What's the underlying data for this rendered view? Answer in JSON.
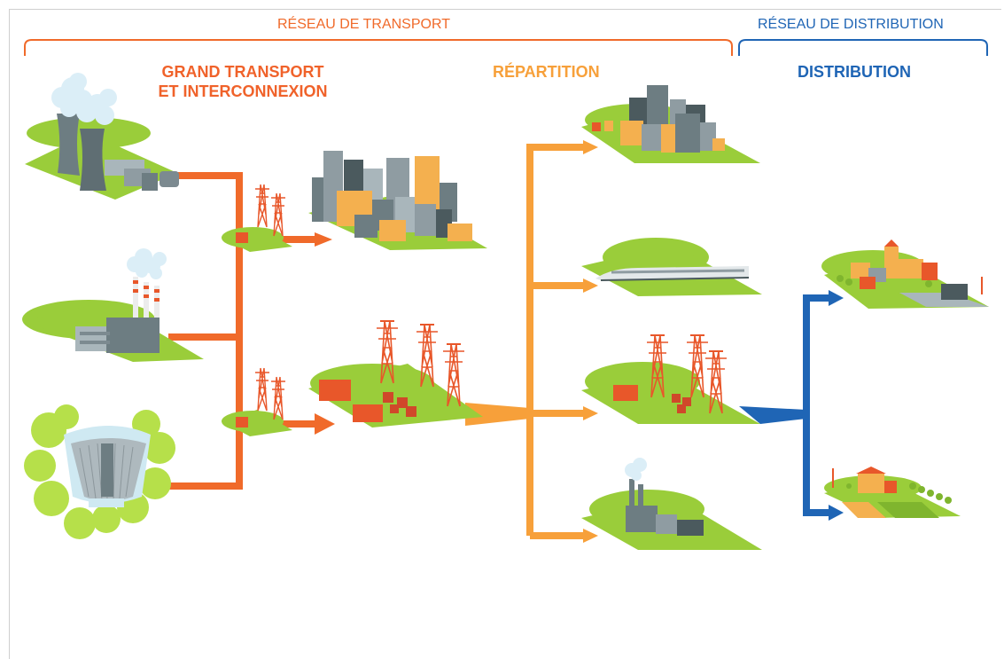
{
  "sections": {
    "transport": {
      "label": "RÉSEAU DE TRANSPORT",
      "color": "#f06a2a"
    },
    "distribution": {
      "label": "RÉSEAU DE DISTRIBUTION",
      "color": "#1f65b5"
    }
  },
  "columns": {
    "grand_transport": {
      "line1": "GRAND TRANSPORT",
      "line2": "ET INTERCONNEXION",
      "color": "#f0622a"
    },
    "repartition": {
      "label": "RÉPARTITION",
      "color": "#f7a03a"
    },
    "distribution": {
      "label": "DISTRIBUTION",
      "color": "#1f65b5"
    }
  },
  "colors": {
    "grass": "#9acd3a",
    "grass_dark": "#7fb52e",
    "concrete": "#8f9ca2",
    "dark_building": "#4b5a5e",
    "orange_building": "#f4b04f",
    "pylon": "#e8572a",
    "transport_line": "#f06a2a",
    "repartition_line": "#f7a03a",
    "distribution_line": "#1f65b5",
    "steam": "#dbeef7"
  },
  "nodes": [
    "nuclear-plant-icon",
    "thermal-plant-icon",
    "hydro-dam-icon",
    "city-large-icon",
    "substation-hv-icon",
    "city-small-icon",
    "high-speed-train-icon",
    "substation-mv-icon",
    "factory-icon",
    "village-icon",
    "farm-icon"
  ]
}
